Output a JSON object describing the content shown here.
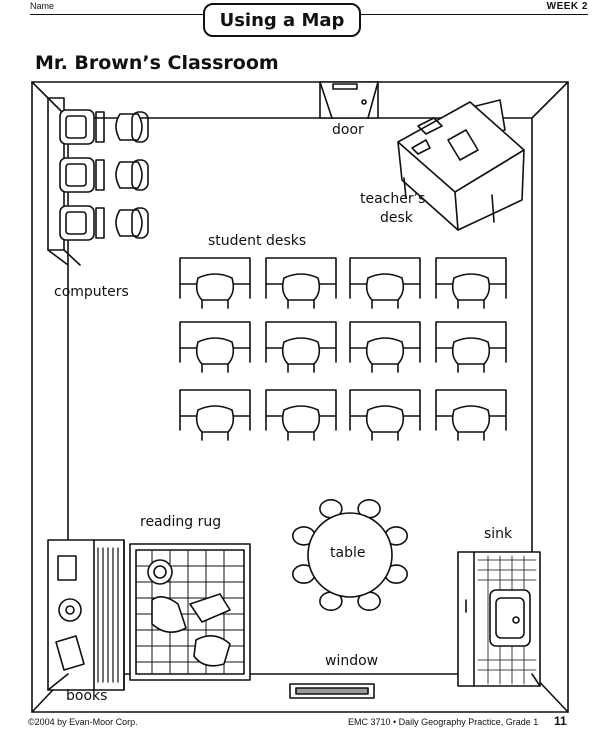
{
  "header": {
    "name_label": "Name",
    "title": "Using a Map",
    "week": "WEEK 2"
  },
  "map": {
    "title": "Mr. Brown’s Classroom",
    "labels": {
      "door": "door",
      "teachers_desk_line1": "teacher’s",
      "teachers_desk_line2": "desk",
      "student_desks": "student desks",
      "computers": "computers",
      "reading_rug": "reading rug",
      "table": "table",
      "sink": "sink",
      "window": "window",
      "books": "books"
    }
  },
  "footer": {
    "copyright": "©2004 by Evan-Moor Corp.",
    "series": "EMC 3710 • Daily Geography Practice, Grade 1",
    "page": "11"
  }
}
